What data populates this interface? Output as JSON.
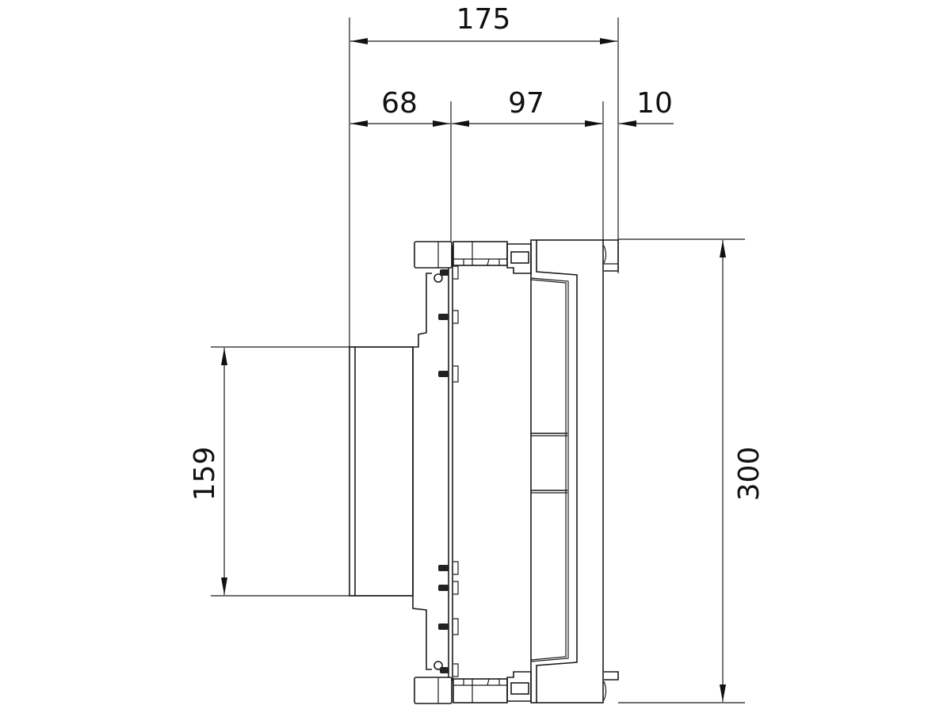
{
  "drawing": {
    "type": "technical-side-view",
    "subject": "enclosure side elevation with dimensions",
    "units": "mm",
    "line_color": "#1a1a1a",
    "background": "#ffffff"
  },
  "dimensions": {
    "overall_depth": {
      "label": "175",
      "orientation": "horizontal"
    },
    "rear_depth": {
      "label": "68",
      "orientation": "horizontal"
    },
    "body_depth": {
      "label": "97",
      "orientation": "horizontal"
    },
    "front_offset": {
      "label": "10",
      "orientation": "horizontal"
    },
    "rear_height": {
      "label": "159",
      "orientation": "vertical"
    },
    "overall_height": {
      "label": "300",
      "orientation": "vertical"
    }
  }
}
